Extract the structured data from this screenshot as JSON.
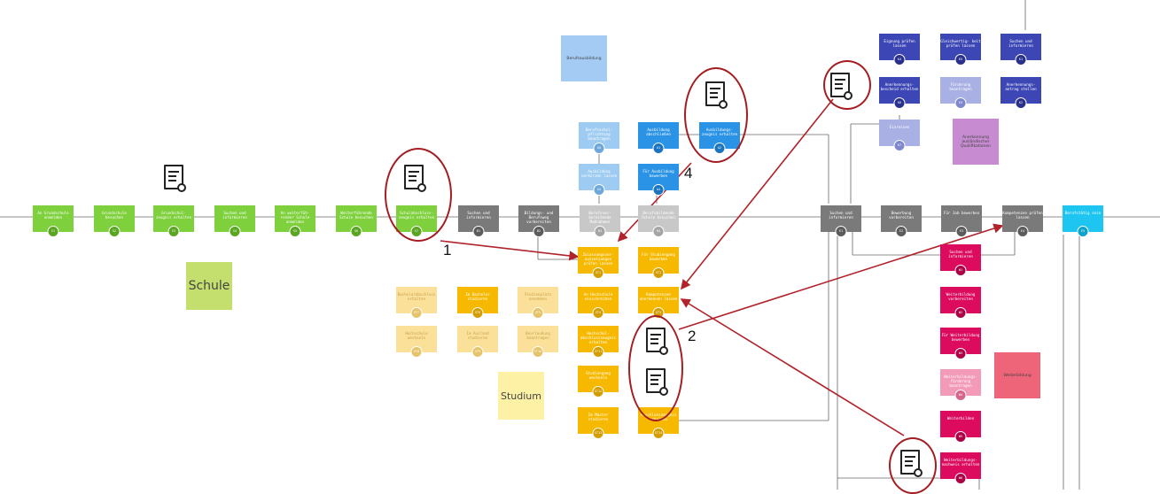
{
  "legend": {
    "berufsausbildung": "Berufsausbildung",
    "schule": "Schule",
    "studium": "Studium",
    "anerkennung": "Anerkennung ausländischer Qualifikationen",
    "weiterbildung": "Weiterbildung"
  },
  "annotations": {
    "n1": "1",
    "n2": "2",
    "n4": "4"
  },
  "nodes": {
    "s1": {
      "label": "An Grundschule anmelden",
      "code": "S1"
    },
    "s2": {
      "label": "Grundschule besuchen",
      "code": "S2"
    },
    "s3": {
      "label": "Grundschul- zeugnis erhalten",
      "code": "S3"
    },
    "s4": {
      "label": "Suchen und informieren",
      "code": "S4"
    },
    "s5": {
      "label": "An weiterfüh- render Schule anmelden",
      "code": "S5"
    },
    "s6": {
      "label": "Weiterführende Schule besuchen",
      "code": "S6"
    },
    "s7": {
      "label": "Schulabschluss- zeugnis erhalten",
      "code": "S7"
    },
    "b1": {
      "label": "Suchen und informieren",
      "code": "B1"
    },
    "b2": {
      "label": "Bildungs- und Berufsweg vorbereiten",
      "code": "B2"
    },
    "b3": {
      "label": "Berufsvor- bereitende Maßnahmen",
      "code": "B3"
    },
    "b4": {
      "label": "Berufsbildende Schule besuchen",
      "code": "B4"
    },
    "a1": {
      "label": "Ausbildung abschließen",
      "code": "A1"
    },
    "a2": {
      "label": "Ausbildungs- zeugnis erhalten",
      "code": "A2"
    },
    "a3": {
      "label": "Ausbildung verkürzen lassen",
      "code": "A3"
    },
    "a4": {
      "label": "Für Ausbildung bewerben",
      "code": "A4"
    },
    "a5": {
      "label": "Berufsschul- pflichtung beantragen",
      "code": "A5"
    },
    "st1": {
      "label": "Zulassungsvor- aussetzungen prüfen lassen",
      "code": "ST1"
    },
    "st2": {
      "label": "Für Studiengang bewerben",
      "code": "ST2"
    },
    "st3": {
      "label": "Kompetenzen anerkennen lassen",
      "code": "ST3"
    },
    "st4": {
      "label": "An Hochschule einschreiben",
      "code": "ST4"
    },
    "st5": {
      "label": "Studienplatz annehmen",
      "code": "ST5"
    },
    "st6": {
      "label": "Im Bachelor studieren",
      "code": "ST6"
    },
    "st7": {
      "label": "Bachelorabschluss erhalten",
      "code": "ST7"
    },
    "st8": {
      "label": "Hochschule wechseln",
      "code": "ST8"
    },
    "st9": {
      "label": "Im Ausland studieren",
      "code": "ST9"
    },
    "st10": {
      "label": "Beurlaubung beantragen",
      "code": "ST10"
    },
    "st11": {
      "label": "Hochschul- abschlusszeugnis erhalten",
      "code": "ST11"
    },
    "st12": {
      "label": "Studiengang wechseln",
      "code": "ST12"
    },
    "st13": {
      "label": "Im Master studieren",
      "code": "ST13"
    },
    "st14": {
      "label": "Abschlusszeugnis erhalten",
      "code": "ST14"
    },
    "e1": {
      "label": "Suchen und informieren",
      "code": "E1"
    },
    "e2": {
      "label": "Bewerbung vorbereiten",
      "code": "E2"
    },
    "e3": {
      "label": "Für Job bewerben",
      "code": "E3"
    },
    "e4": {
      "label": "Kompetenzen prüfen lassen",
      "code": "E4"
    },
    "e5": {
      "label": "Berufstätig sein",
      "code": "E5"
    },
    "w1": {
      "label": "Suchen und informieren",
      "code": "W1"
    },
    "w2": {
      "label": "Weiterbildung vorbereiten",
      "code": "W2"
    },
    "w3": {
      "label": "Für Weiterbildung bewerben",
      "code": "W3"
    },
    "w4": {
      "label": "Weiterbildungs- förderung beantragen",
      "code": "W4"
    },
    "w5": {
      "label": "Weiterbilden",
      "code": "W5"
    },
    "w6": {
      "label": "Weiterbildungs- nachweis erhalten",
      "code": "W6"
    },
    "k1": {
      "label": "Eignung prüfen lassen",
      "code": "K4"
    },
    "k2": {
      "label": "Gleichwertig- keit prüfen lassen",
      "code": "K5"
    },
    "k3": {
      "label": "Suchen und informieren",
      "code": "K1"
    },
    "k4": {
      "label": "Anerkennungs- bescheid erhalten",
      "code": "K6"
    },
    "k5": {
      "label": "Förderung beantragen",
      "code": "K3"
    },
    "k6": {
      "label": "Anerkennungs- antrag stellen",
      "code": "K2"
    },
    "k7": {
      "label": "Einreisen",
      "code": "K7"
    }
  }
}
